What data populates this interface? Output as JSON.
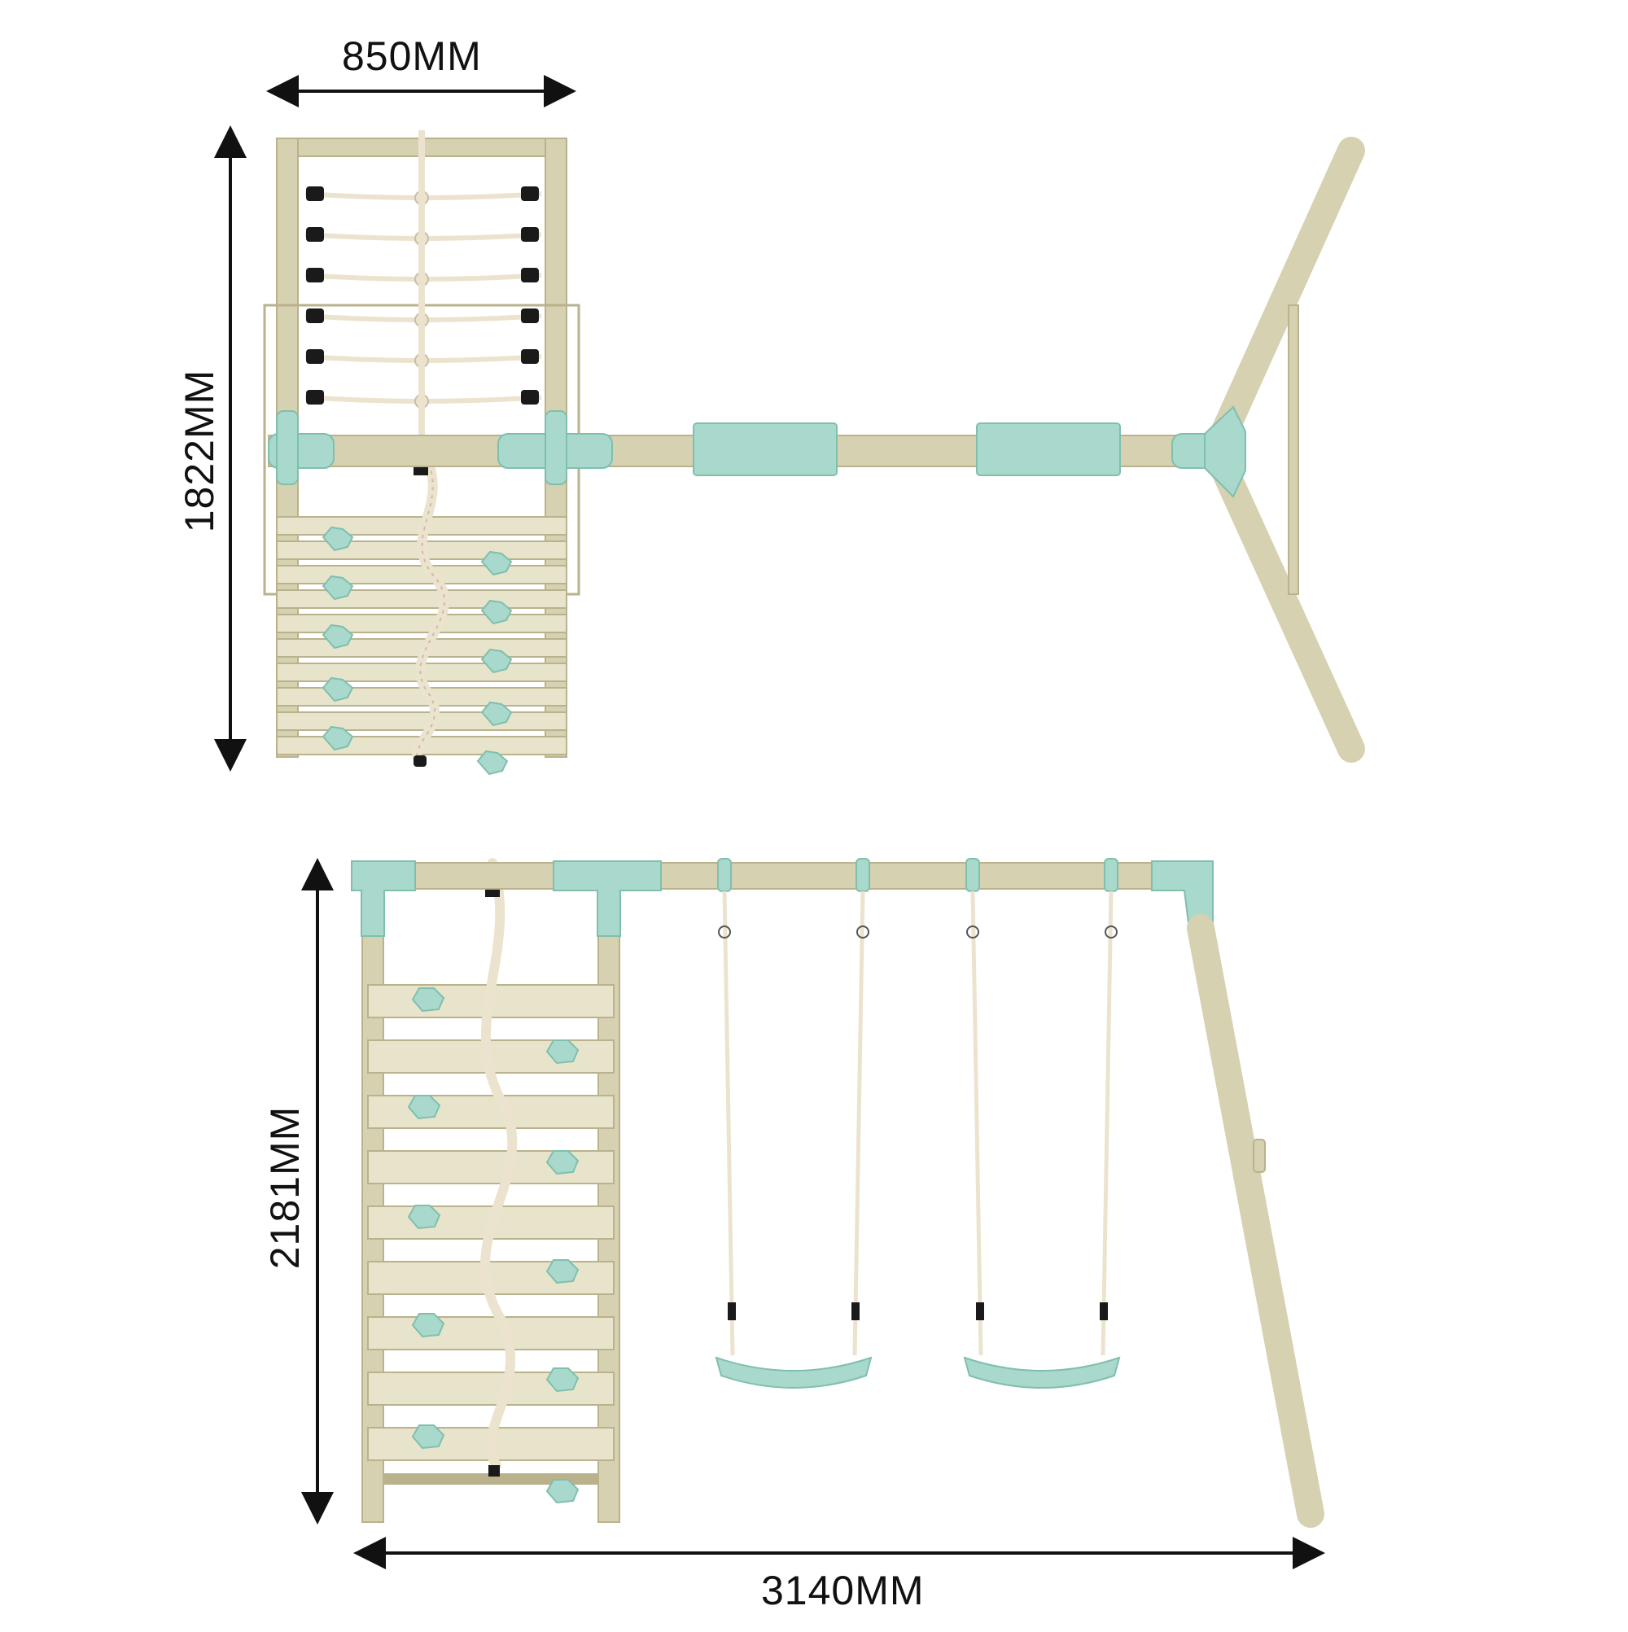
{
  "dimensions": {
    "top_width": "850MM",
    "top_depth": "1822MM",
    "front_height": "2181MM",
    "front_width": "3140MM"
  },
  "colors": {
    "wood": "#d6d1b0",
    "wood_dark": "#b9b28c",
    "wood_light": "#e8e4cb",
    "mint": "#a9d9cc",
    "mint_dark": "#7fbfae",
    "rope": "#ece3cf",
    "rope_shadow": "#c9bea5",
    "black": "#1a1a1a"
  }
}
